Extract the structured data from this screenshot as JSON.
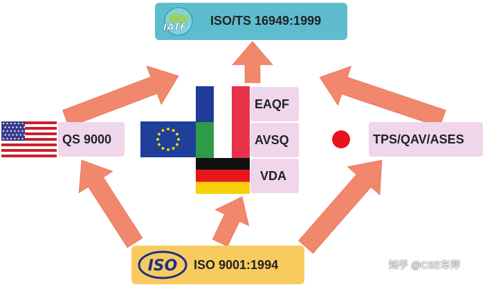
{
  "top": {
    "label": "ISO/TS 16949:1999",
    "logo_text": "IATF"
  },
  "left": {
    "label": "QS 9000"
  },
  "center": {
    "items": [
      {
        "label": "EAQF"
      },
      {
        "label": "AVSQ"
      },
      {
        "label": "VDA"
      }
    ]
  },
  "right": {
    "label": "TPS/QAV/ASES"
  },
  "bottom": {
    "label": "ISO 9001:1994",
    "logo_text": "ISO"
  },
  "watermark": {
    "text": "知乎 @CSE车萍"
  },
  "colors": {
    "arrow": "#f07a5d",
    "arrow_light": "#fbd2c6",
    "top_box": "#5dbdcf",
    "bottom_box": "#f8cb5f",
    "label_box": "#efd6ea",
    "japan_red": "#e8141c"
  }
}
